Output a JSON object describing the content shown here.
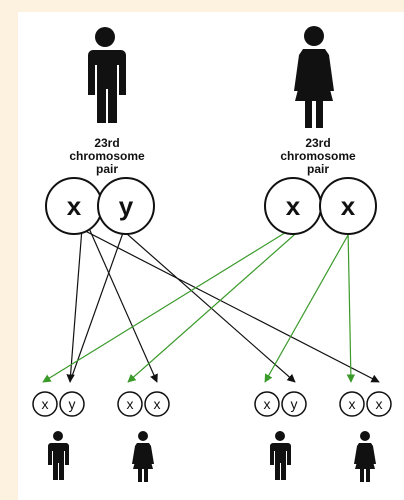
{
  "colors": {
    "background": "#fdf1e0",
    "panel": "#ffffff",
    "ink": "#111111",
    "paternal_arrow": "#111111",
    "maternal_arrow": "#3a9a2a"
  },
  "parents": {
    "father": {
      "icon": "male-figure-icon",
      "label_line1": "23rd",
      "label_line2": "chromosome",
      "label_line3": "pair",
      "chromosomes": [
        "x",
        "y"
      ]
    },
    "mother": {
      "icon": "female-figure-icon",
      "label_line1": "23rd",
      "label_line2": "chromosome",
      "label_line3": "pair",
      "chromosomes": [
        "x",
        "x"
      ]
    }
  },
  "offspring": [
    {
      "chromosomes": [
        "x",
        "y"
      ],
      "icon": "male-figure-icon"
    },
    {
      "chromosomes": [
        "x",
        "x"
      ],
      "icon": "female-figure-icon"
    },
    {
      "chromosomes": [
        "x",
        "y"
      ],
      "icon": "male-figure-icon"
    },
    {
      "chromosomes": [
        "x",
        "x"
      ],
      "icon": "female-figure-icon"
    }
  ]
}
